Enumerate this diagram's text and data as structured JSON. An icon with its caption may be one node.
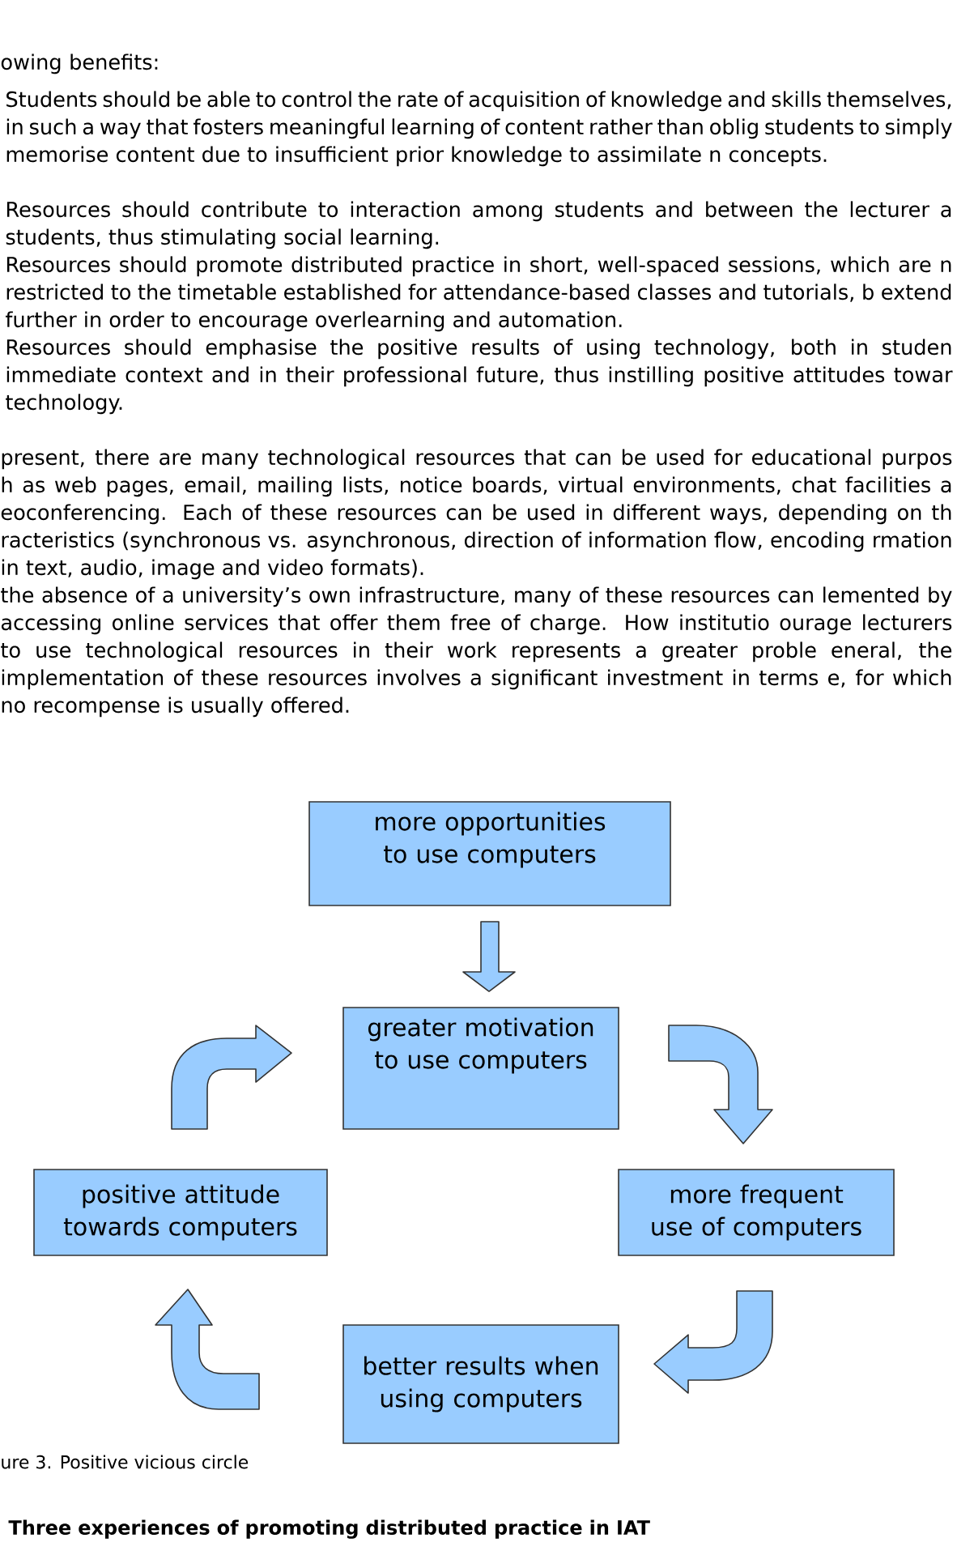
{
  "diagram": {
    "caption": "ure 3. Positive vicious circle",
    "nodes": [
      {
        "text": [
          "more opportunities to use computers"
        ]
      },
      {
        "text": [
          "greater motivation to use computers"
        ]
      },
      {
        "text": [
          "positive attitude towards computers"
        ]
      },
      {
        "text": [
          "more frequent use of computers"
        ]
      },
      {
        "text": [
          "better results when using computers"
        ]
      }
    ],
    "edges": [
      {
        "from": 0,
        "to": 1,
        "arrow": "to"
      },
      {
        "from": 1,
        "to": 3,
        "arrow": "to"
      },
      {
        "from": 3,
        "to": 4,
        "arrow": "to"
      },
      {
        "from": 4,
        "to": 2,
        "arrow": "to"
      },
      {
        "from": 2,
        "to": 1,
        "arrow": "to"
      }
    ],
    "labels": [
      "owing benefits:",
      "Students should be able to control the rate of acquisition of knowledge and skills themselves, in such a way that fosters meaningful learning of content rather than oblig students to simply memorise content due to insufficient prior knowledge to assimilate n concepts.",
      "Resources should contribute to interaction among students and between the lecturer a students, thus stimulating social learning.",
      "Resources should promote distributed practice in short, well-spaced sessions, which are n restricted to the timetable established for attendance-based classes and tutorials, b extend further in order to encourage overlearning and automation.",
      "Resources should emphasise the positive results of using technology, both in studen immediate context and in their professional future, thus instilling positive attitudes towar technology.",
      "present, there are many technological resources that can be used for educational purpos h as web pages, email, mailing lists, notice boards, virtual environments, chat facilities a eoconferencing. Each of these resources can be used in different ways, depending on th racteristics (synchronous vs. asynchronous, direction of information flow, encoding rmation in text, audio, image and video formats).",
      "the absence of a university’s own infrastructure, many of these resources can lemented by accessing online services that offer them free of charge. How institutio ourage lecturers to use technological resources in their work represents a greater proble eneral, the implementation of these resources involves a significant investment in terms e, for which no recompense is usually offered.",
      "Three experiences of promoting distributed practice in IAT"
    ]
  }
}
